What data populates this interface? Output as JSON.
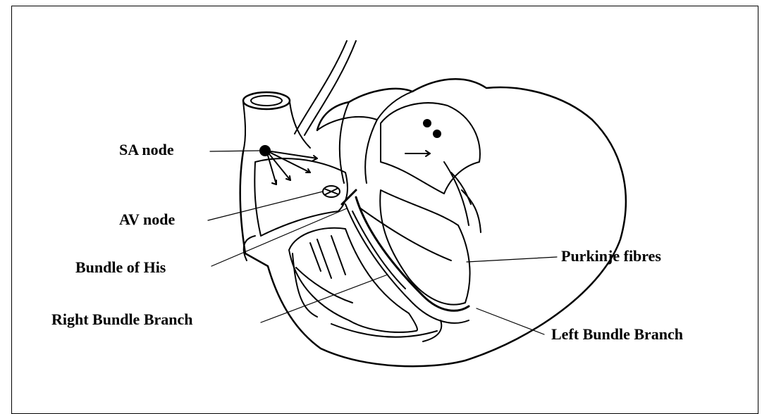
{
  "labels": {
    "sa_node": "SA node",
    "av_node": "AV node",
    "bundle_of_his": "Bundle of His",
    "right_bundle_branch": "Right Bundle Branch",
    "purkinje_fibres": "Purkinje fibres",
    "left_bundle_branch": "Left Bundle Branch"
  },
  "colors": {
    "ink": "#000000",
    "background": "#ffffff"
  }
}
